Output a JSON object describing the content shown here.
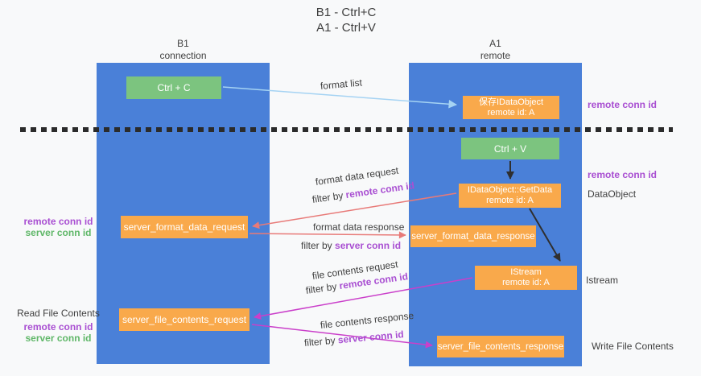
{
  "colors": {
    "bg": "#f8f9fa",
    "column_blue": "#4a80d8",
    "box_green": "#7cc47f",
    "box_orange": "#f9a94b",
    "label_purple": "#a94fd2",
    "label_green": "#5fb768",
    "arrow_lightblue": "#a5d3f3",
    "arrow_salmon": "#e87a78",
    "arrow_magenta": "#ca3fca",
    "arrow_black": "#2f2f2f",
    "text_dark": "#3f3f3f",
    "dashed_line": "#2b2b2b",
    "box_text": "#ffffff"
  },
  "title": {
    "line1": "B1 - Ctrl+C",
    "line2": "A1 - Ctrl+V"
  },
  "columns": {
    "left": {
      "title": "B1",
      "subtitle": "connection"
    },
    "right": {
      "title": "A1",
      "subtitle": "remote"
    }
  },
  "nodes": {
    "ctrl_c": {
      "label": "Ctrl + C"
    },
    "save_idataobject": {
      "line1": "保存IDataObject",
      "line2": "remote id: A"
    },
    "ctrl_v": {
      "label": "Ctrl + V"
    },
    "getdata": {
      "line1": "IDataObject::GetData",
      "line2": "remote id: A"
    },
    "server_format_data_request": {
      "label": "server_format_data_request"
    },
    "server_format_data_response": {
      "label": "server_format_data_response"
    },
    "istream": {
      "line1": "IStream",
      "line2": "remote id: A"
    },
    "server_file_contents_request": {
      "label": "server_file_contents_request"
    },
    "server_file_contents_response": {
      "label": "server_file_contents_response"
    }
  },
  "arrow_labels": {
    "format_list": "format list",
    "format_data_request": "format data request",
    "format_data_response": "format data response",
    "file_contents_request": "file contents request",
    "file_contents_response": "file contents response",
    "filter_by": "filter by",
    "remote_conn_id": "remote conn id",
    "server_conn_id": "server conn id"
  },
  "side_labels": {
    "right_remote_conn_id_top": "remote conn id",
    "right_remote_conn_id_mid": "remote conn id",
    "dataobject": "DataObject",
    "istream": "Istream",
    "write_file_contents": "Write File Contents",
    "left_remote_conn_id_1": "remote conn id",
    "left_server_conn_id_1": "server conn id",
    "read_file_contents": "Read File Contents",
    "left_remote_conn_id_2": "remote conn id",
    "left_server_conn_id_2": "server conn id"
  }
}
